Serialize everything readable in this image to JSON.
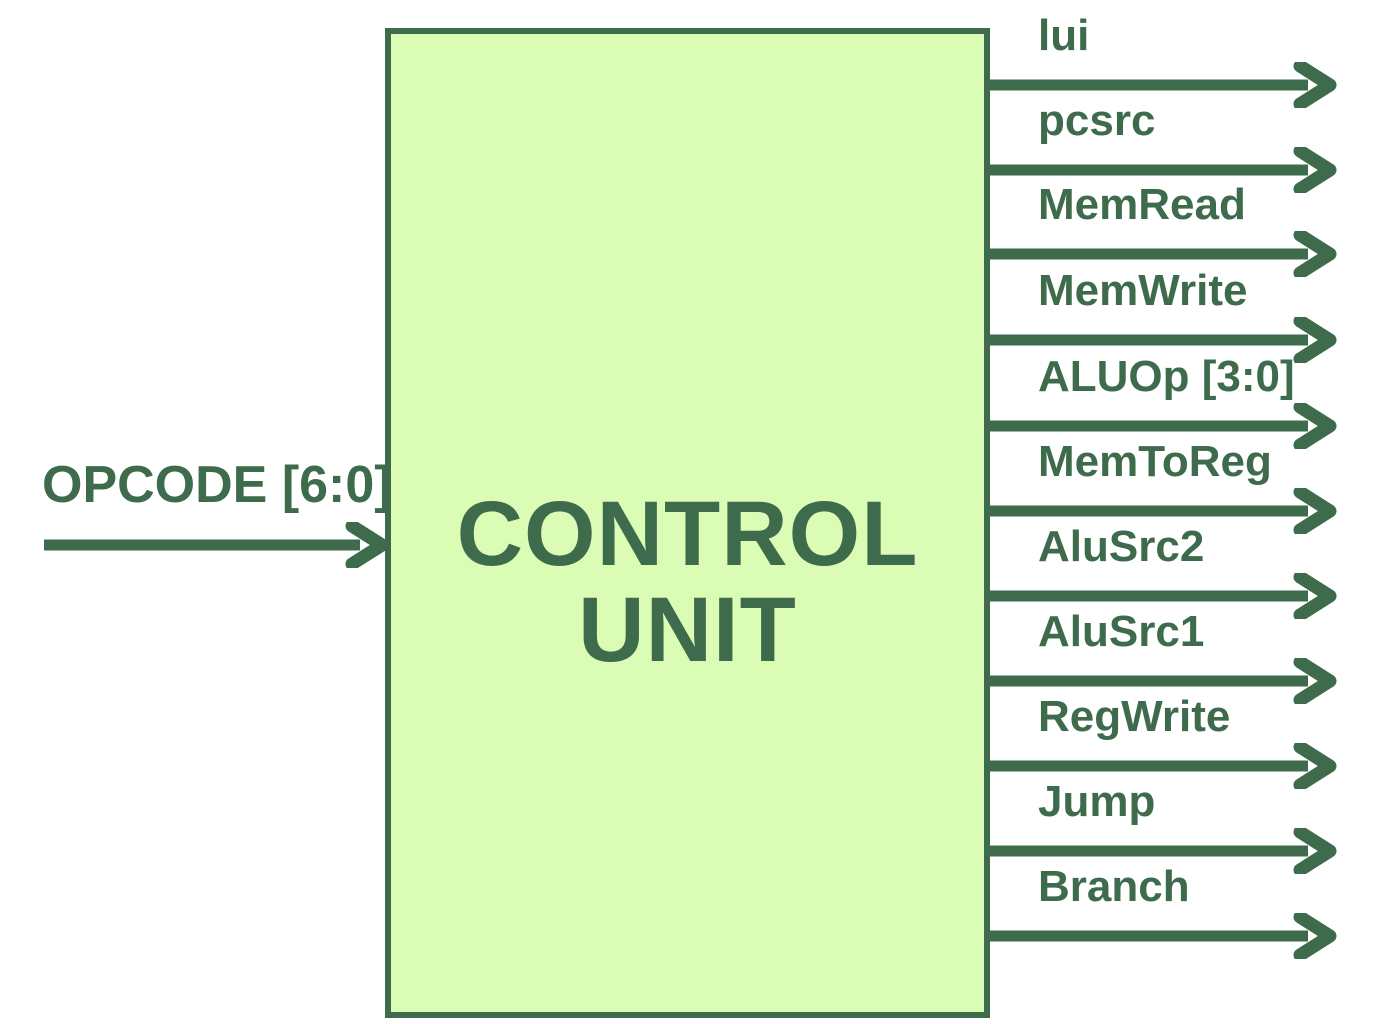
{
  "diagram": {
    "title_lines": [
      "CONTROL",
      "UNIT"
    ],
    "input": {
      "label": "OPCODE [6:0]"
    },
    "outputs": [
      {
        "label": "lui"
      },
      {
        "label": "pcsrc"
      },
      {
        "label": "MemRead"
      },
      {
        "label": "MemWrite"
      },
      {
        "label": "ALUOp [3:0]"
      },
      {
        "label": "MemToReg"
      },
      {
        "label": "AluSrc2"
      },
      {
        "label": "AluSrc1"
      },
      {
        "label": "RegWrite"
      },
      {
        "label": "Jump"
      },
      {
        "label": "Branch"
      }
    ],
    "colors": {
      "box_fill": "#DBFCB4",
      "line_and_text": "#3D6B4C",
      "background": "#FFFFFF"
    }
  }
}
